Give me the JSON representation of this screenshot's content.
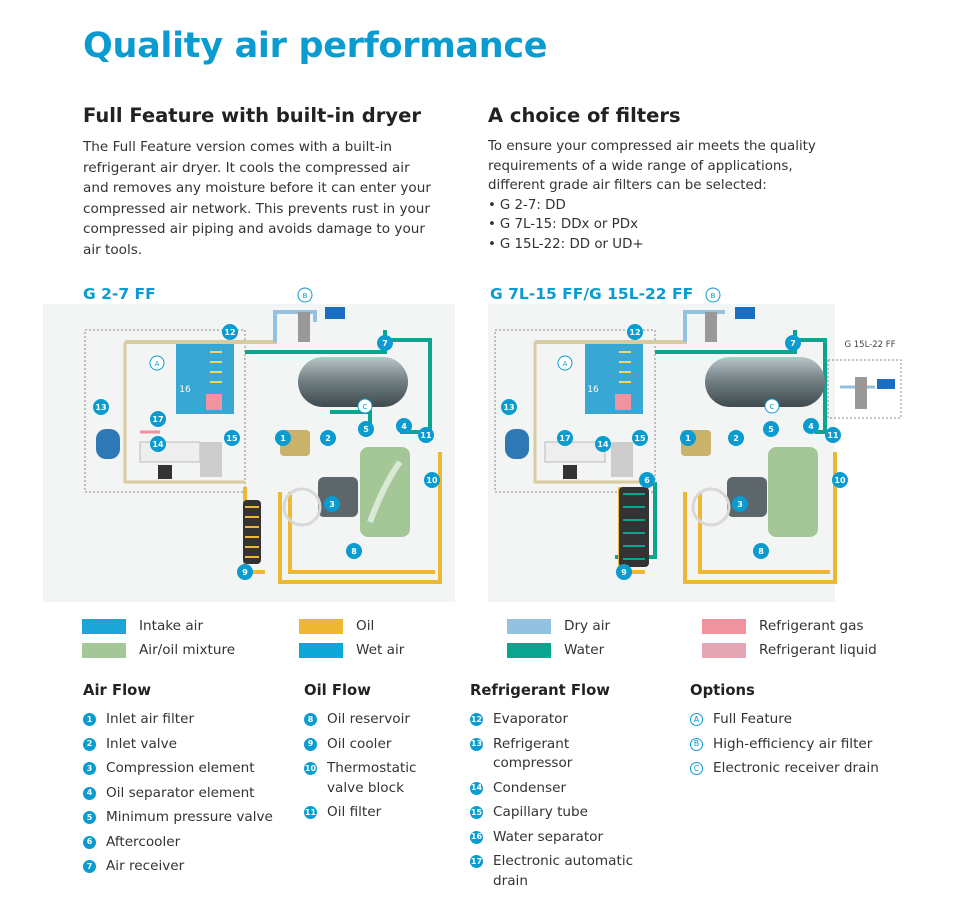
{
  "title": "Quality air performance",
  "left": {
    "heading": "Full Feature with built-in dryer",
    "paragraph": [
      "The Full Feature version comes with a built-in",
      "refrigerant air dryer. It cools the compressed air",
      "and removes any moisture before it can enter your",
      "compressed air network. This prevents rust in your",
      "compressed air piping and avoids damage to your",
      "air tools."
    ]
  },
  "right": {
    "heading": "A choice of filters",
    "paragraph": [
      "To ensure your compressed air meets the quality",
      "requirements of a wide range of applications,",
      "different grade air filters can be selected:"
    ],
    "bullets": [
      "G 2-7: DD",
      "G 7L-15: DDx or PDx",
      "G 15L-22: DD or UD+"
    ]
  },
  "diagrams": [
    {
      "title": "G 2-7 FF"
    },
    {
      "title": "G 7L-15 FF/G 15L-22 FF",
      "inset_label": "G 15L-22 FF"
    }
  ],
  "diagram_labels": {
    "n1": "1",
    "n2": "2",
    "n3": "3",
    "n4": "4",
    "n5": "5",
    "n6": "6",
    "n7": "7",
    "n8": "8",
    "n9": "9",
    "n10": "10",
    "n11": "11",
    "n12": "12",
    "n13": "13",
    "n14": "14",
    "n15": "15",
    "n16": "16",
    "n17": "17",
    "A": "A",
    "B": "B",
    "C": "C"
  },
  "colors": {
    "intake_air": "#1aa6d6",
    "air_oil_mixture": "#a3c796",
    "oil": "#efb834",
    "wet_air": "#0ba7d6",
    "dry_air": "#93c2e0",
    "water": "#0aa58f",
    "refrigerant_gas": "#f0939e",
    "refrigerant_liquid": "#e5a6b3",
    "accent": "#0a9bd0"
  },
  "legend": [
    {
      "label": "Intake air",
      "color": "#1aa6d6"
    },
    {
      "label": "Air/oil mixture",
      "color": "#a3c796"
    },
    {
      "label": "Oil",
      "color": "#efb834"
    },
    {
      "label": "Wet air",
      "color": "#0ba7d6"
    },
    {
      "label": "Dry air",
      "color": "#93c2e0"
    },
    {
      "label": "Water",
      "color": "#0aa58f"
    },
    {
      "label": "Refrigerant gas",
      "color": "#f0939e"
    },
    {
      "label": "Refrigerant liquid",
      "color": "#e5a6b3"
    }
  ],
  "air_flow": {
    "heading": "Air Flow",
    "items": [
      {
        "n": "1",
        "label": "Inlet air filter"
      },
      {
        "n": "2",
        "label": "Inlet valve"
      },
      {
        "n": "3",
        "label": "Compression element"
      },
      {
        "n": "4",
        "label": "Oil separator element"
      },
      {
        "n": "5",
        "label": "Minimum pressure valve"
      },
      {
        "n": "6",
        "label": "Aftercooler"
      },
      {
        "n": "7",
        "label": "Air receiver"
      }
    ]
  },
  "oil_flow": {
    "heading": "Oil Flow",
    "items": [
      {
        "n": "8",
        "label": "Oil reservoir"
      },
      {
        "n": "9",
        "label": "Oil cooler"
      },
      {
        "n": "10",
        "label": "Thermostatic valve block"
      },
      {
        "n": "11",
        "label": "Oil filter"
      }
    ]
  },
  "refrigerant_flow": {
    "heading": "Refrigerant Flow",
    "items": [
      {
        "n": "12",
        "label": "Evaporator"
      },
      {
        "n": "13",
        "label": "Refrigerant compressor"
      },
      {
        "n": "14",
        "label": "Condenser"
      },
      {
        "n": "15",
        "label": "Capillary tube"
      },
      {
        "n": "16",
        "label": "Water separator"
      },
      {
        "n": "17",
        "label": "Electronic automatic drain"
      }
    ]
  },
  "options": {
    "heading": "Options",
    "items": [
      {
        "n": "A",
        "label": "Full Feature"
      },
      {
        "n": "B",
        "label": "High-efficiency air filter"
      },
      {
        "n": "C",
        "label": "Electronic receiver drain"
      }
    ]
  }
}
